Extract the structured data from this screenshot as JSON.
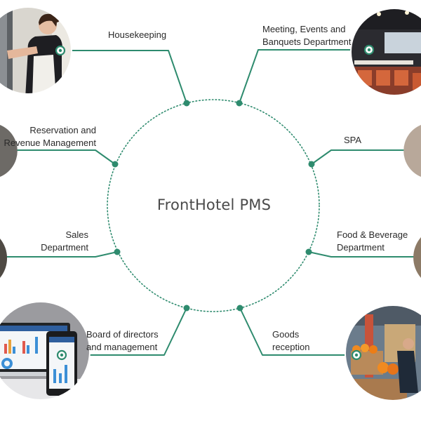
{
  "center": {
    "title": "FrontHotel PMS"
  },
  "departments": [
    {
      "id": "housekeeping",
      "lines": [
        "Housekeeping"
      ],
      "photo": "housekeeper-photo"
    },
    {
      "id": "meeting",
      "lines": [
        "Meeting, Events and",
        "Banquets Department"
      ],
      "photo": "conference-room-photo"
    },
    {
      "id": "reservation",
      "lines": [
        "Reservation and",
        "Revenue Management"
      ],
      "photo": "reservation-photo"
    },
    {
      "id": "spa",
      "lines": [
        "SPA"
      ],
      "photo": "spa-photo"
    },
    {
      "id": "sales",
      "lines": [
        "Sales",
        "Department"
      ],
      "photo": "sales-photo"
    },
    {
      "id": "food",
      "lines": [
        "Food & Beverage",
        "Department"
      ],
      "photo": "food-beverage-photo"
    },
    {
      "id": "board",
      "lines": [
        "Board of directors",
        "and management"
      ],
      "photo": "dashboard-devices-photo"
    },
    {
      "id": "goods",
      "lines": [
        "Goods",
        "reception"
      ],
      "photo": "warehouse-photo"
    }
  ],
  "colors": {
    "connector": "#2e8b6e",
    "text": "#2a2a2a",
    "title": "#4a4a4a"
  }
}
